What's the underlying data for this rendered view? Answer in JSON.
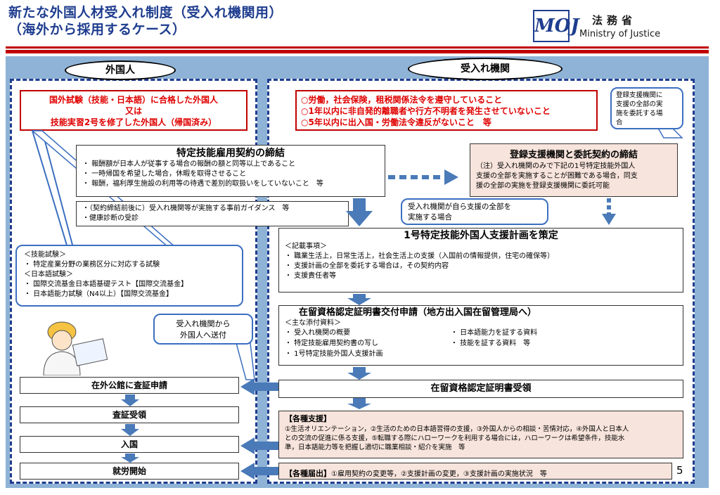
{
  "header": {
    "title_line1": "新たな外国人材受入れ制度（受入れ機関用）",
    "title_line2": "（海外から採用するケース）",
    "logo_text": "MOJ",
    "ministry_jp": "法務省",
    "ministry_en": "Ministry of Justice"
  },
  "left": {
    "oval": "外国人",
    "red_box": [
      "国外試験（技能・日本語）に合格した外国人",
      "又は",
      "技能実習2号を修了した外国人（帰国済み）"
    ],
    "tests": {
      "skill_head": "＜技能試験＞",
      "skill_item": "・ 特定産業分野の業務区分に対応する試験",
      "jp_head": "＜日本語試験＞",
      "jp_items": [
        "・ 国際交流基金日本語基礎テスト【国際交流基金】",
        "・ 日本語能力試験（N4以上）【国際交流基金】"
      ]
    },
    "send_callout": [
      "受入れ機関から",
      "外国人へ送付"
    ],
    "steps": [
      "在外公館に査証申請",
      "査証受領",
      "入国",
      "就労開始"
    ]
  },
  "contract": {
    "title": "特定技能雇用契約の締結",
    "items": [
      "・ 報酬額が日本人が従事する場合の報酬の額と同等以上であること",
      "・ 一時帰国を希望した場合，休暇を取得させること",
      "・ 報酬，福利厚生施設の利用等の待遇で差別的取扱いをしていないこと　等"
    ],
    "sub_items": [
      "・（契約締結前後に）受入れ機関等が実施する事前ガイダンス　等",
      "・健康診断の受診"
    ]
  },
  "right": {
    "oval": "受入れ機関",
    "red_box": [
      "○労働，社会保険，租税関係法令を遵守していること",
      "○1年以内に非自発的離職者や行方不明者を発生させていないこと",
      "○5年以内に出入国・労働法令違反がないこと　等"
    ],
    "entrust_callout": [
      "登録支援機関に",
      "支援の全部の実",
      "施を委託する場",
      "合"
    ],
    "support_org": {
      "title": "登録支援機関と委託契約の締結",
      "note": [
        "（注）受入れ機関のみで下記の1号特定技能外国人",
        "支援の全部を実施することが困難である場合，同支",
        "援の全部の実施を登録支援機関に委託可能"
      ]
    },
    "self_callout": [
      "受入れ機関が自ら支援の全部を",
      "実施する場合"
    ],
    "plan": {
      "title": "1号特定技能外国人支援計画を策定",
      "head": "＜記載事項＞",
      "items": [
        "・ 職業生活上，日常生活上，社会生活上の支援（入国前の情報提供，住宅の確保等）",
        "・ 支援計画の全部を委託する場合は，その契約内容",
        "・ 支援責任者等"
      ]
    },
    "coe": {
      "title": "在留資格認定証明書交付申請（地方出入国在留管理局へ）",
      "head": "＜主な添付資料＞",
      "left_items": [
        "・ 受入れ機関の概要",
        "・ 特定技能雇用契約書の写し",
        "・ 1号特定技能外国人支援計画"
      ],
      "right_items": [
        "・ 日本語能力を証する資料",
        "・ 技能を証する資料　等"
      ]
    },
    "coe_receipt": "在留資格認定証明書受領",
    "support": {
      "head": "【各種支援】",
      "lines": [
        "①生活オリエンテーション，②生活のための日本語習得の支援，③外国人からの相談・苦情対応，④外国人と日本人",
        "との交流の促進に係る支援，⑤転職する際にハローワークを利用する場合には，ハローワークは希望条件，技能水",
        "準，日本語能力等を把握し適切に職業相談・紹介を実施　等"
      ]
    },
    "notify": {
      "head": "【各種届出】",
      "text": "①雇用契約の変更等，②支援計画の変更，③支援計画の実施状況　等"
    }
  },
  "page_number": "5",
  "colors": {
    "title_blue": "#1f3d8f",
    "accent_red": "#c00000",
    "arrow_blue": "#4a7ab8",
    "pink": "#f7e4dc"
  }
}
